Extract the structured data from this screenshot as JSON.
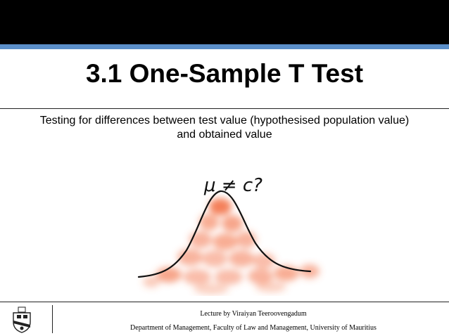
{
  "slide": {
    "title": "3.1 One-Sample T Test",
    "subtitle_line1": "Testing for differences between test value (hypothesised population value)",
    "subtitle_line2": "and obtained value",
    "figure_annotation": "μ ≠ c?"
  },
  "footer": {
    "line1": "Lecture by Viraiyan Teeroovengadum",
    "line2": "Department of Management, Faculty of Law and Management, University of Mauritius"
  },
  "colors": {
    "header_bar": "#000000",
    "accent_stripe": "#5b8fc9",
    "blob": "#f26a3d"
  },
  "icons": {
    "crest": "university-crest-icon"
  }
}
